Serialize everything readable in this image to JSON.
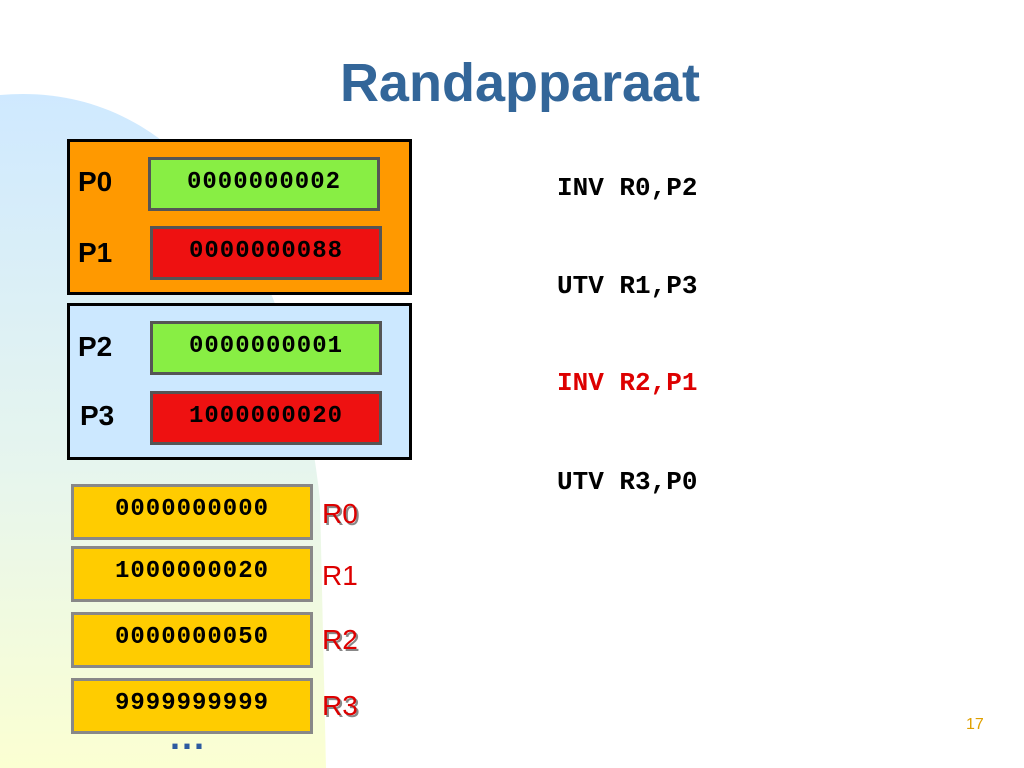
{
  "title": "Randapparaat",
  "ports": [
    {
      "label": "P0",
      "value": "0000000002",
      "color": "#88ee44"
    },
    {
      "label": "P1",
      "value": "0000000088",
      "color": "#ee1111"
    },
    {
      "label": "P2",
      "value": "0000000001",
      "color": "#88ee44"
    },
    {
      "label": "P3",
      "value": "1000000020",
      "color": "#ee1111"
    }
  ],
  "group_colors": {
    "first": "#ff9900",
    "second": "#cce8ff"
  },
  "registers": [
    {
      "label": "R0",
      "value": "0000000000"
    },
    {
      "label": "R1",
      "value": "1000000020"
    },
    {
      "label": "R2",
      "value": "0000000050"
    },
    {
      "label": "R3",
      "value": "9999999999"
    }
  ],
  "register_color": "#ffcc00",
  "more_indicator": "...",
  "instructions": [
    {
      "text": "INV R0,P2",
      "highlighted": false
    },
    {
      "text": "UTV R1,P3",
      "highlighted": false
    },
    {
      "text": "INV R2,P1",
      "highlighted": true
    },
    {
      "text": "UTV R3,P0",
      "highlighted": false
    }
  ],
  "highlight_color": "#dd0000",
  "page_number": "17"
}
